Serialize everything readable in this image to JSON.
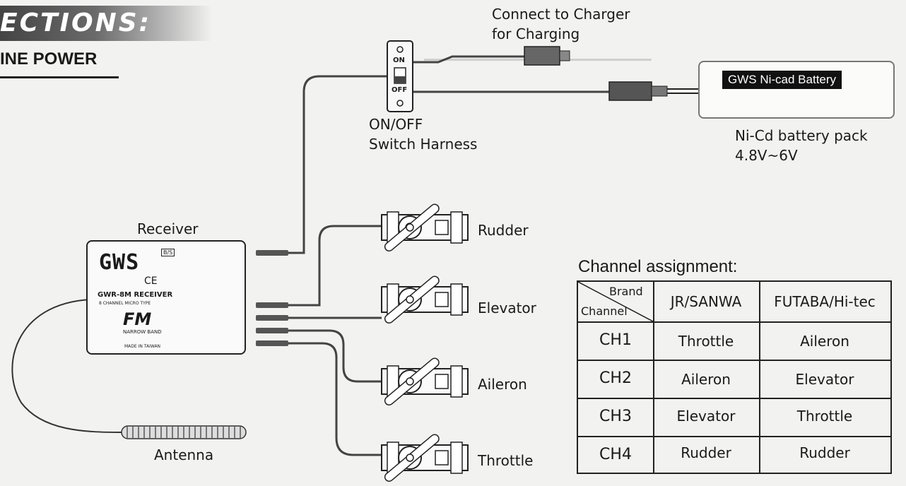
{
  "header": {
    "title": "ECTIONS:",
    "subtitle": "INE POWER"
  },
  "charger": {
    "label_line1": "Connect to Charger",
    "label_line2": "for Charging"
  },
  "switch": {
    "on": "ON",
    "off": "OFF",
    "label_line1": "ON/OFF",
    "label_line2": "Switch Harness"
  },
  "battery": {
    "brand_label": "GWS Ni-cad Battery",
    "caption_line1": "Ni-Cd battery pack",
    "caption_line2": "4.8V~6V"
  },
  "receiver": {
    "label": "Receiver",
    "logo": "GWS",
    "ce": "CE",
    "model": "GWR-8M RECEIVER",
    "model_sub": "8 CHANNEL MICRO TYPE",
    "fm": "FM",
    "band": "NARROW BAND",
    "made": "MADE IN TAIWAN",
    "bs": "B/S"
  },
  "antenna": {
    "label": "Antenna"
  },
  "servos": [
    {
      "label": "Rudder"
    },
    {
      "label": "Elevator"
    },
    {
      "label": "Aileron"
    },
    {
      "label": "Throttle"
    }
  ],
  "channel_table": {
    "title": "Channel assignment:",
    "corner_top": "Brand",
    "corner_bottom": "Channel",
    "columns": [
      "JR/SANWA",
      "FUTABA/Hi-tec"
    ],
    "rows": [
      {
        "channel": "CH1",
        "jr": "Throttle",
        "futaba": "Aileron"
      },
      {
        "channel": "CH2",
        "jr": "Aileron",
        "futaba": "Elevator"
      },
      {
        "channel": "CH3",
        "jr": "Elevator",
        "futaba": "Throttle"
      },
      {
        "channel": "CH4",
        "jr": "Rudder",
        "futaba": "Rudder"
      }
    ]
  },
  "colors": {
    "ink": "#1a1a1a",
    "battery_label_bg": "#111111",
    "paper": "#f2f2f0"
  }
}
